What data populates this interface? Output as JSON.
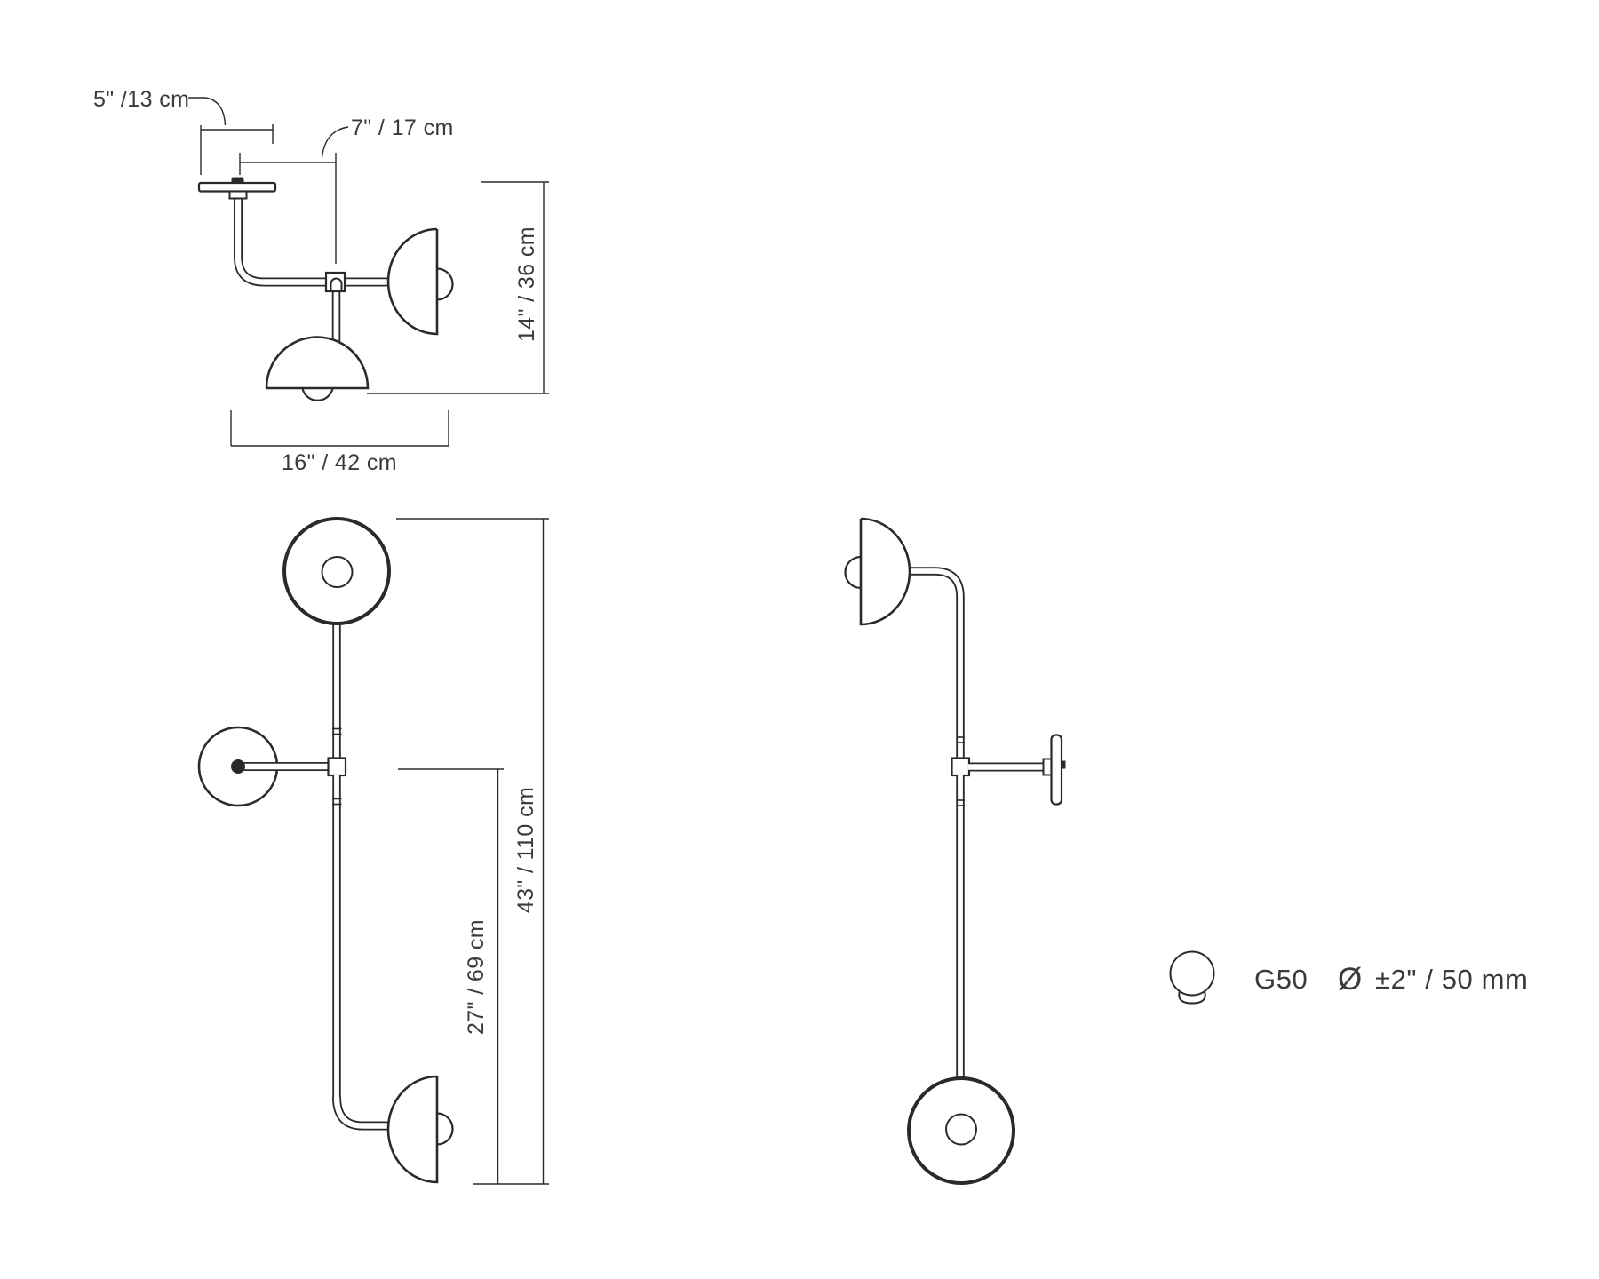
{
  "drawing": {
    "background": "#ffffff",
    "line_color": "#2a2a2a",
    "text_color": "#3a3a3a"
  },
  "ceiling_view": {
    "dim_canopy_width": "5\" /13 cm",
    "dim_canopy_to_stem": "7\" / 17 cm",
    "dim_height": "14\" / 36 cm",
    "dim_total_width": "16\" / 42 cm"
  },
  "front_view": {
    "dim_total_height": "43\" / 110 cm",
    "dim_lower_stem": "27\" / 69 cm"
  },
  "legend": {
    "bulb_model": "G50",
    "diameter_symbol": "Ø",
    "bulb_diameter": "±2\" / 50 mm"
  }
}
